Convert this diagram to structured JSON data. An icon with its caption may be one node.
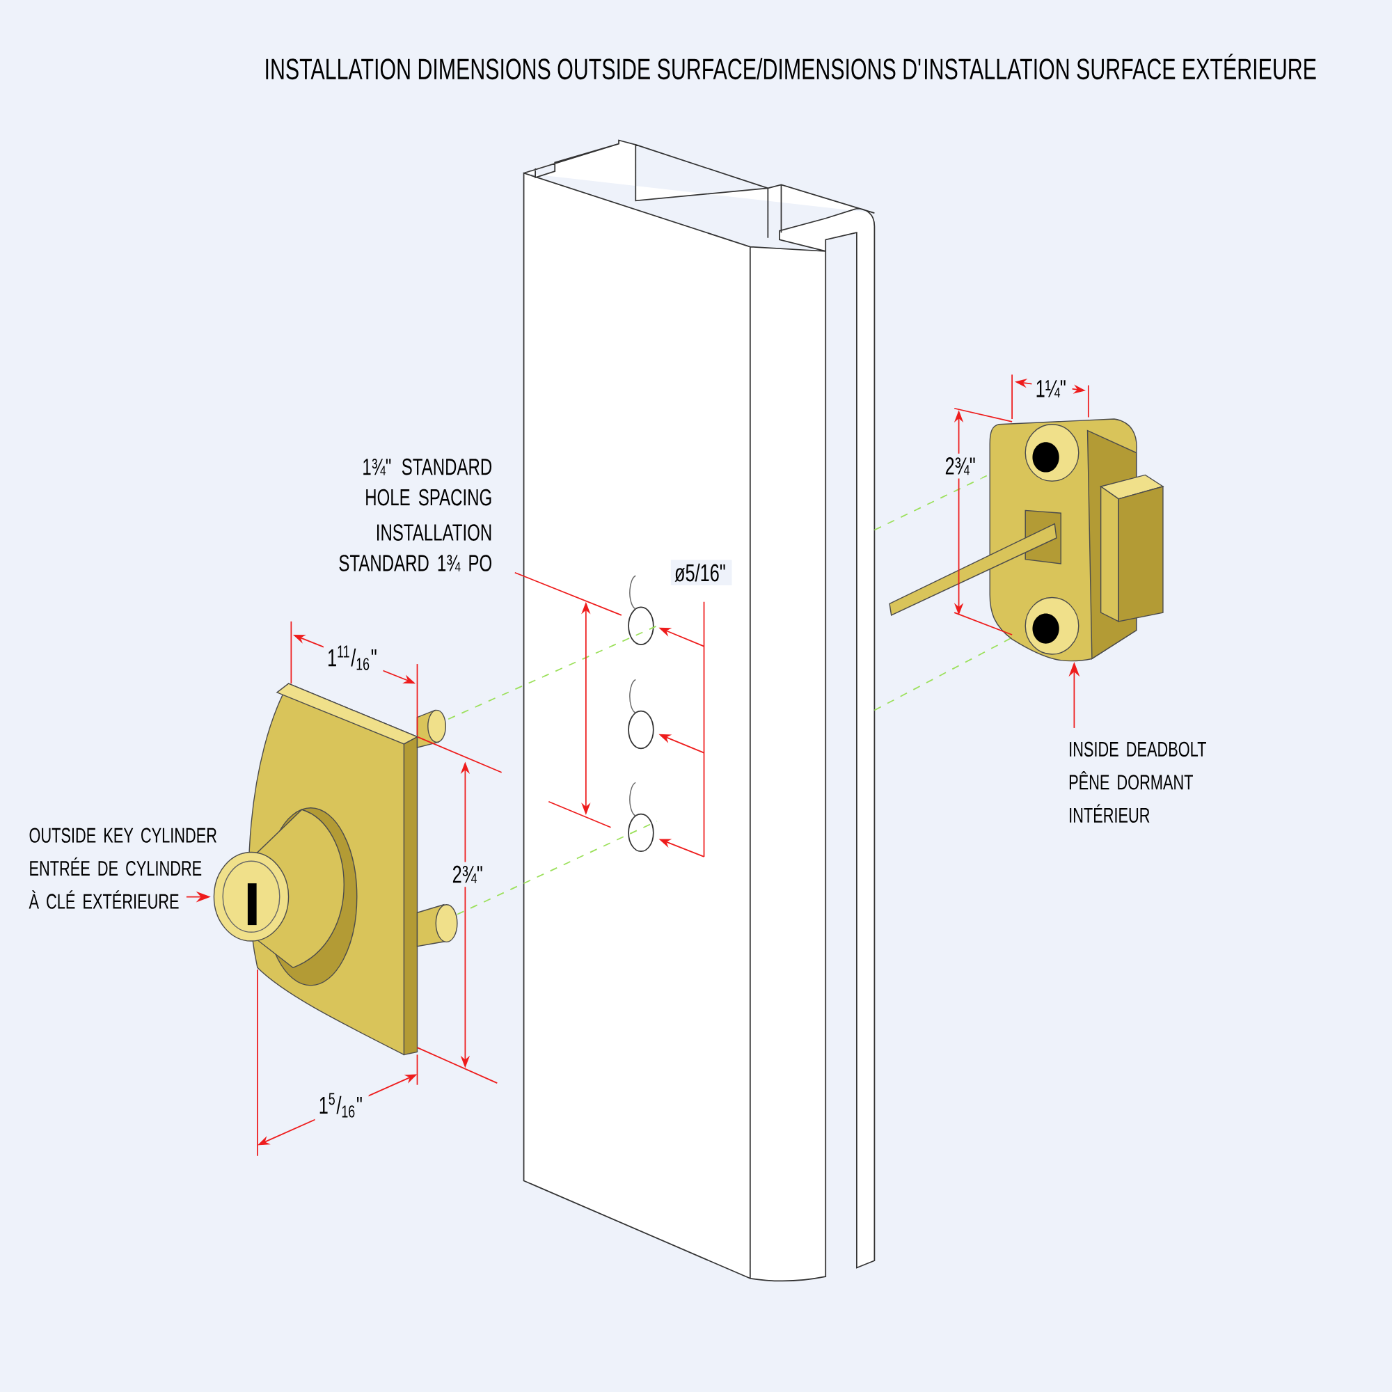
{
  "diagram": {
    "title": "INSTALLATION DIMENSIONS OUTSIDE SURFACE/DIMENSIONS D'INSTALLATION SURFACE EXTÉRIEURE",
    "nodes": [
      {
        "text": [
          "OUTSIDE KEY CYLINDER ENTRÉE DE CYLINDRE À CLÉ EXTÉRIEURE"
        ]
      },
      {
        "text": [],
        "shape": "picture",
        "beside": [
          "1$^{11}$/$_{16}$\""
        ]
      },
      {
        "text": [
          "INSIDE DEADBOLT PÊNE DORMANT INTÉRIEUR"
        ]
      },
      {
        "text": [],
        "shape": "picture",
        "beside": [
          "1¼\"",
          "2¾\""
        ]
      }
    ],
    "edges": [
      {
        "from": 0,
        "to": 1,
        "arrow": "to"
      },
      {
        "from": 2,
        "to": 3,
        "arrow": "to"
      }
    ],
    "labels": [
      "1¾\" STANDARD HOLE SPACING",
      "INSTALLATION STANDARD 1¾ PO",
      "ø5/16\"",
      "2¾\"",
      "1$^{5}$/$_{16}$\""
    ]
  }
}
